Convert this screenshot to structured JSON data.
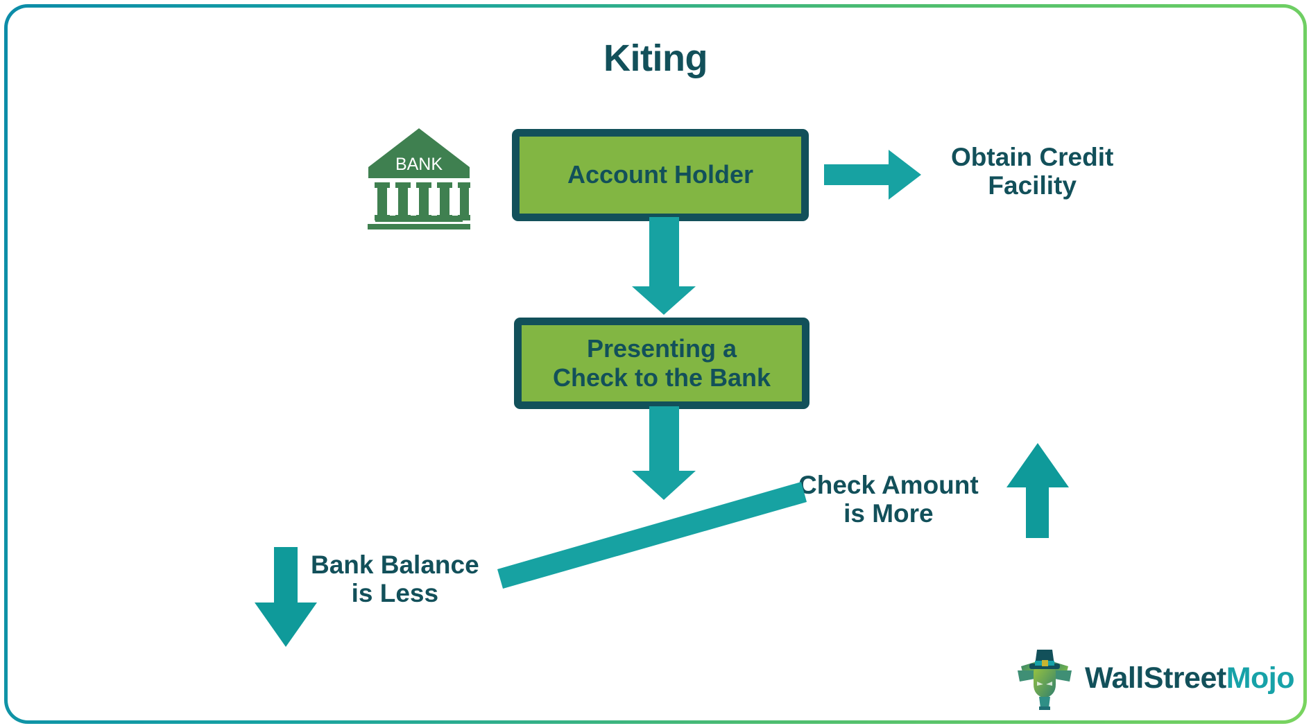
{
  "diagram": {
    "title": "Kiting",
    "title_color": "#12505a",
    "accent_teal": "#17a2a2",
    "box_fill_green": "#82b643",
    "box_border": "#12505a",
    "frame_gradient_from": "#0c8ca8",
    "frame_gradient_to": "#79d45f",
    "bank_icon": {
      "label": "BANK",
      "color": "#3f8050"
    },
    "boxes": [
      {
        "id": "account-holder",
        "label": "Account Holder",
        "line1": "Account Holder",
        "line2": ""
      },
      {
        "id": "present-check",
        "label": "Presenting a Check to the Bank",
        "line1": "Presenting a",
        "line2": "Check to the Bank"
      }
    ],
    "labels": [
      {
        "id": "obtain-credit",
        "line1": "Obtain Credit",
        "line2": "Facility"
      },
      {
        "id": "check-amount",
        "line1": "Check Amount",
        "line2": "is More"
      },
      {
        "id": "bank-balance",
        "line1": "Bank Balance",
        "line2": "is Less"
      }
    ],
    "arrows": [
      {
        "id": "account-holder-to-credit",
        "direction": "right"
      },
      {
        "id": "account-holder-to-check",
        "direction": "down"
      },
      {
        "id": "check-to-comparison",
        "direction": "down"
      },
      {
        "id": "check-amount-up",
        "direction": "up"
      },
      {
        "id": "bank-balance-down",
        "direction": "down"
      },
      {
        "id": "balance-seesaw-line",
        "direction": "diagonal"
      }
    ]
  },
  "logo": {
    "part1": "WallStreet",
    "part2": "Mojo",
    "mark_name": "wallstreetmojo-mascot"
  }
}
